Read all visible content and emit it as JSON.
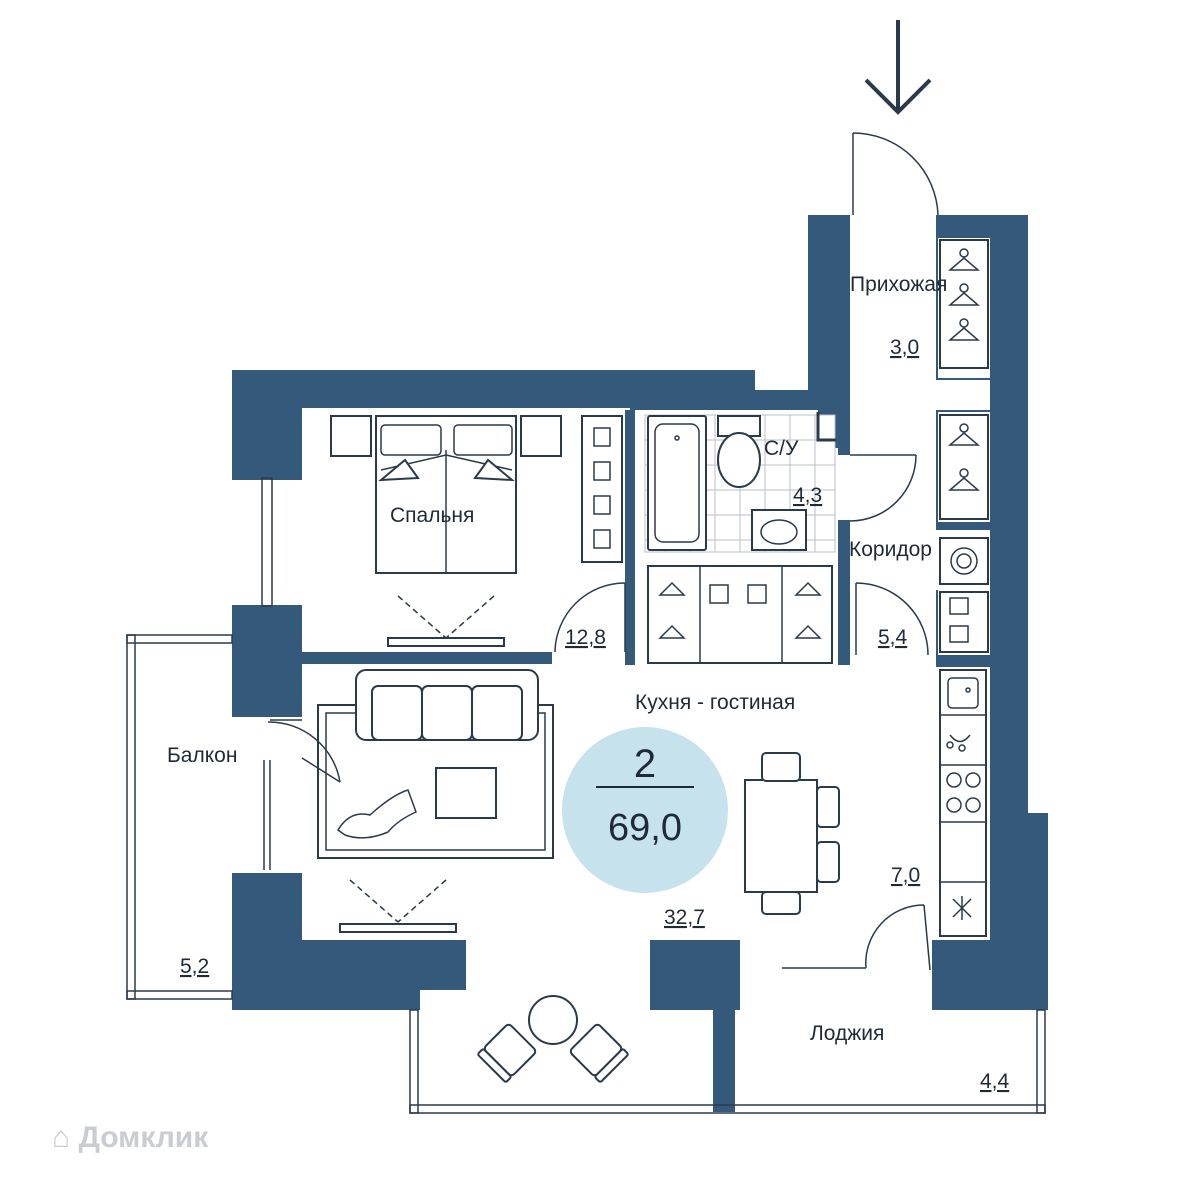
{
  "rooms": {
    "hallway": {
      "name": "Прихожая",
      "area": "3,0"
    },
    "bathroom": {
      "name": "С/У",
      "area": "4,3"
    },
    "corridor": {
      "name": "Коридор",
      "area": "5,4"
    },
    "bedroom": {
      "name": "Спальня",
      "area": "12,8"
    },
    "living": {
      "name": "Кухня - гостиная",
      "area": "32,7"
    },
    "kitchen": {
      "area": "7,0"
    },
    "balcony": {
      "name": "Балкон",
      "area": "5,2"
    },
    "loggia": {
      "name": "Лоджия",
      "area": "4,4"
    }
  },
  "summary": {
    "rooms": "2",
    "total_area": "69,0"
  },
  "watermark": {
    "text": "Домклик"
  },
  "colors": {
    "wall": "#35597a",
    "badge": "#c6e2ec",
    "line": "#2b3a4a"
  },
  "icons": [
    "entrance-arrow-icon",
    "hanger-icon",
    "washing-machine-icon",
    "sink-icon",
    "stove-icon",
    "fan-icon"
  ]
}
